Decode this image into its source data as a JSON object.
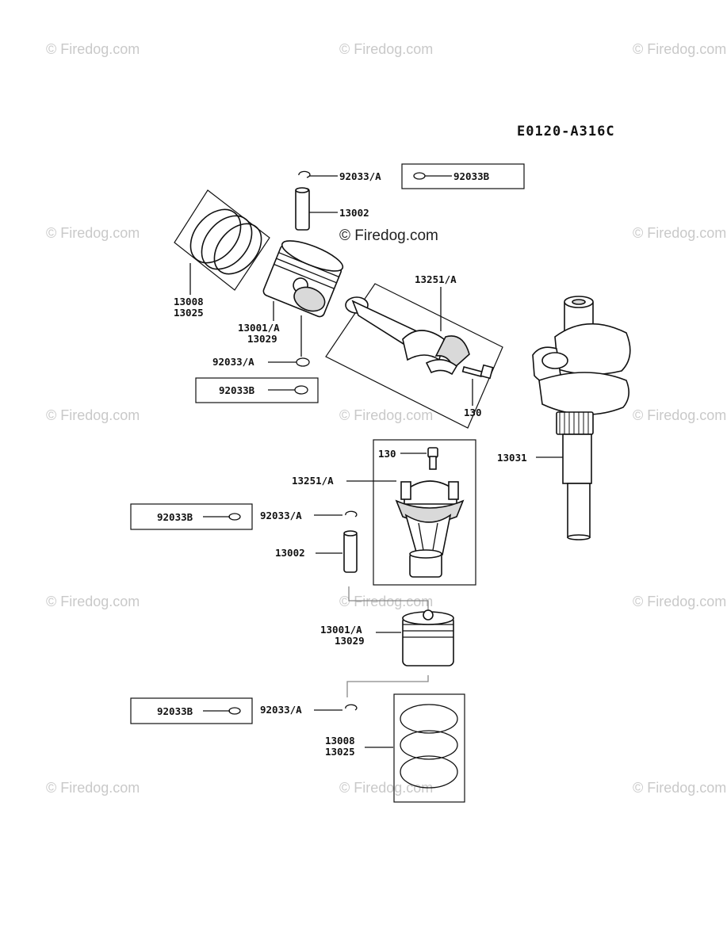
{
  "diagram_code": "E0120-A316C",
  "watermark": "© Firedog.com",
  "labels": {
    "circlip_a_top": "92033/A",
    "circlip_b_top": "92033B",
    "pin_top": "13002",
    "rings_top_1": "13008",
    "rings_top_2": "13025",
    "piston_top_1": "13001/A",
    "piston_top_2": "13029",
    "circlip_a_mid": "92033/A",
    "circlip_b_mid": "92033B",
    "conrod_top": "13251/A",
    "bolt_top": "130",
    "bolt_bottom": "130",
    "crankshaft": "13031",
    "conrod_bottom": "13251/A",
    "circlip_b_low": "92033B",
    "circlip_a_low": "92033/A",
    "pin_bottom": "13002",
    "piston_bottom_1": "13001/A",
    "piston_bottom_2": "13029",
    "circlip_b_last": "92033B",
    "circlip_a_last": "92033/A",
    "rings_bottom_1": "13008",
    "rings_bottom_2": "13025"
  }
}
